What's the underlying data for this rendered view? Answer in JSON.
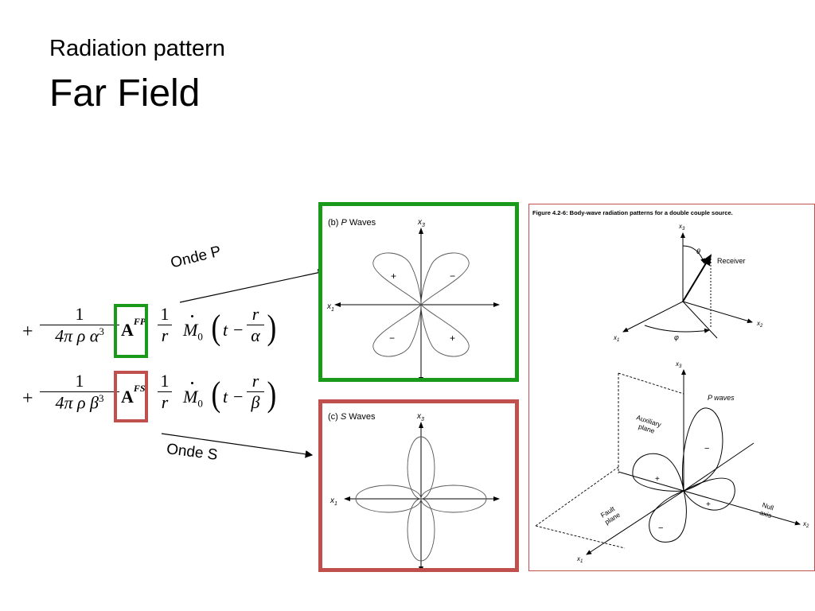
{
  "header": {
    "subtitle": "Radiation pattern",
    "title": "Far Field"
  },
  "equations": {
    "p": {
      "plus": "+",
      "coef_num": "1",
      "coef_den": "4π ρ α",
      "coef_exp": "3",
      "amp": "A",
      "amp_sup": "FP",
      "r_num": "1",
      "r_den": "r",
      "moment": "M",
      "moment_sub": "0",
      "arg_t": "t −",
      "arg_num": "r",
      "arg_den": "α",
      "box_color": "#1a9a1a"
    },
    "s": {
      "plus": "+",
      "coef_num": "1",
      "coef_den": "4π ρ β",
      "coef_exp": "3",
      "amp": "A",
      "amp_sup": "FS",
      "r_num": "1",
      "r_den": "r",
      "moment": "M",
      "moment_sub": "0",
      "arg_t": "t −",
      "arg_num": "r",
      "arg_den": "β",
      "box_color": "#c0504d"
    }
  },
  "labels": {
    "onde_p": "Onde P",
    "onde_s": "Onde S"
  },
  "p_panel": {
    "title_prefix": "(b) ",
    "title_italic": "P",
    "title_suffix": " Waves",
    "x1": "x",
    "x1_sub": "1",
    "x3": "x",
    "x3_sub": "3",
    "signs": [
      "+",
      "−",
      "−",
      "+"
    ],
    "border_color": "#1a9a1a"
  },
  "s_panel": {
    "title_prefix": "(c) ",
    "title_italic": "S",
    "title_suffix": " Waves",
    "x1": "x",
    "x1_sub": "1",
    "x3": "x",
    "x3_sub": "3",
    "border_color": "#c0504d"
  },
  "figure": {
    "caption": "Figure 4.2-6: Body-wave radiation patterns for a double couple source.",
    "theta": "θ",
    "phi": "φ",
    "receiver": "Receiver",
    "x1": "x",
    "x1_sub": "1",
    "x2": "x",
    "x2_sub": "2",
    "x3": "x",
    "x3_sub": "3",
    "p_waves": "P waves",
    "auxiliary_plane": [
      "Auxiliary",
      "plane"
    ],
    "fault_plane": [
      "Fault",
      "plane"
    ],
    "null_axis": [
      "Null",
      "axis"
    ],
    "signs": [
      "−",
      "+",
      "+",
      "−"
    ],
    "border_color": "#c0504d"
  }
}
